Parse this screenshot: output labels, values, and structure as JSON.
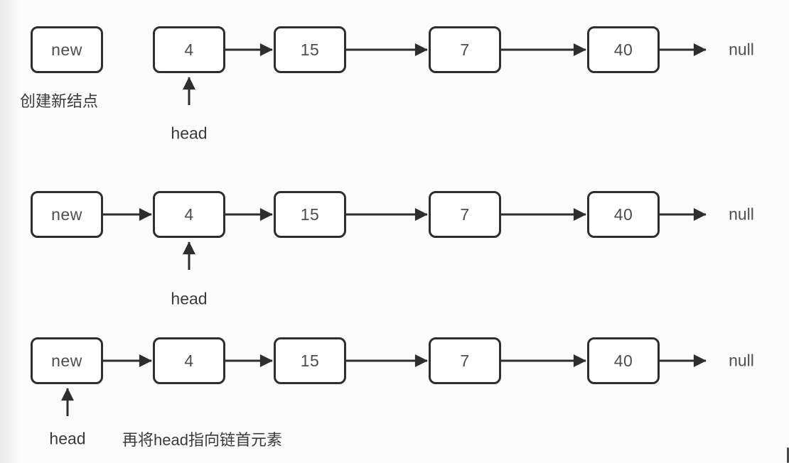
{
  "colors": {
    "background": "#fbfbfb",
    "node_fill": "#ffffff",
    "stroke": "#2e2e2e",
    "node_text": "#4d4d4d",
    "label_text": "#3b3b3b"
  },
  "diagram": {
    "description_type": "linked-list head insertion steps",
    "rows": [
      {
        "step": 1,
        "nodes": [
          {
            "label": "new"
          },
          {
            "label": "4"
          },
          {
            "label": "15"
          },
          {
            "label": "7"
          },
          {
            "label": "40"
          }
        ],
        "null_label": "null",
        "head_label": "head",
        "head_points_to": "4",
        "caption": "创建新结点",
        "new_linked": false
      },
      {
        "step": 2,
        "nodes": [
          {
            "label": "new"
          },
          {
            "label": "4"
          },
          {
            "label": "15"
          },
          {
            "label": "7"
          },
          {
            "label": "40"
          }
        ],
        "null_label": "null",
        "head_label": "head",
        "head_points_to": "4",
        "caption": "",
        "new_linked": true
      },
      {
        "step": 3,
        "nodes": [
          {
            "label": "new"
          },
          {
            "label": "4"
          },
          {
            "label": "15"
          },
          {
            "label": "7"
          },
          {
            "label": "40"
          }
        ],
        "null_label": "null",
        "head_label": "head",
        "head_points_to": "new",
        "caption": "再将head指向链首元素",
        "new_linked": true
      }
    ]
  }
}
